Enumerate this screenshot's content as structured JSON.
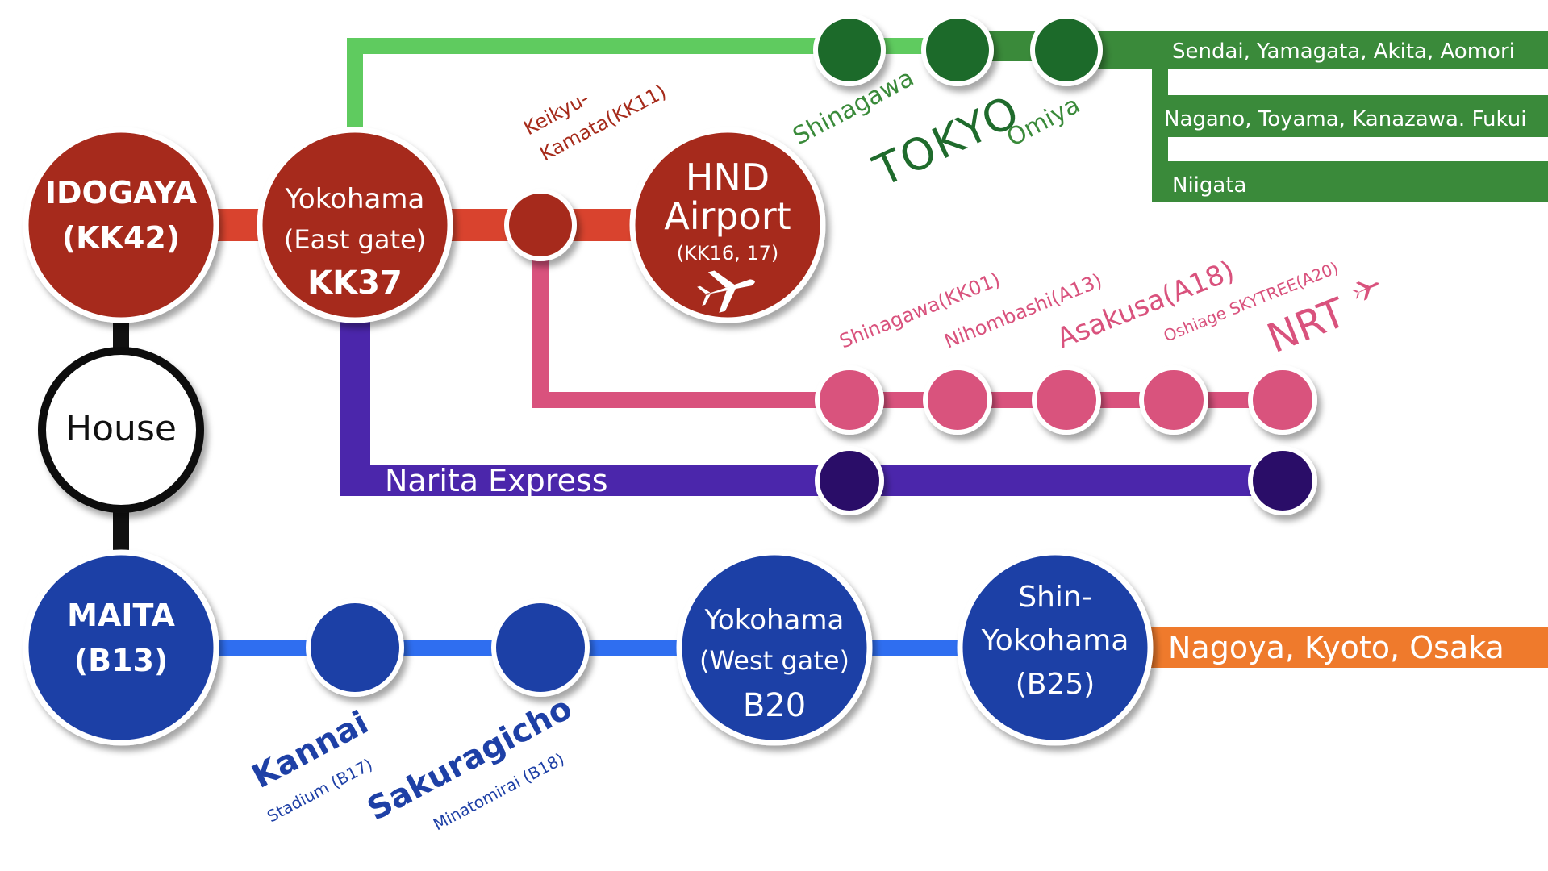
{
  "colors": {
    "green_light": "#5fcb5f",
    "green_dark": "#3a8a3a",
    "green_station": "#1f6b2c",
    "keikyu_line": "#d9432e",
    "keikyu_station": "#a62b1b",
    "pink": "#d9527d",
    "purple_line": "#4b26ab",
    "purple_station": "#2a0c68",
    "blue_line": "#2f6ef0",
    "blue_station": "#1e40a6",
    "orange": "#ef7a2c",
    "black": "#111111"
  },
  "stations": {
    "idogaya": {
      "line1": "IDOGAYA",
      "line2": "(KK42)"
    },
    "yokohama_east": {
      "line1": "Yokohama",
      "line2": "(East gate)",
      "line3": "KK37"
    },
    "hnd": {
      "line1": "HND",
      "line2": "Airport",
      "line3": "(KK16, 17)"
    },
    "house": {
      "label": "House"
    },
    "maita": {
      "line1": "MAITA",
      "line2": "(B13)"
    },
    "yokohama_west": {
      "line1": "Yokohama",
      "line2": "(West gate)",
      "line3": "B20"
    },
    "shin_yokohama": {
      "line1": "Shin-",
      "line2": "Yokohama",
      "line3": "(B25)"
    }
  },
  "labels": {
    "keikyu_kamata_1": "Keikyu-",
    "keikyu_kamata_2": "Kamata(KK11)",
    "shinagawa": "Shinagawa",
    "tokyo": "TOKYO",
    "omiya": "Omiya",
    "dest_sendai": "Sendai, Yamagata, Akita, Aomori",
    "dest_nagano": "Nagano, Toyama, Kanazawa. Fukui",
    "dest_niigata": "Niigata",
    "shinagawa_kk01": "Shinagawa(KK01)",
    "nihombashi": "Nihombashi(A13)",
    "asakusa": "Asakusa(A18)",
    "oshiage": "Oshiage SKYTREE(A20)",
    "nrt": "NRT",
    "narita_express": "Narita Express",
    "kannai": "Kannai",
    "stadium": "Stadium (B17)",
    "sakuragicho": "Sakuragicho",
    "minatomirai": "Minatomirai (B18)",
    "dest_nagoya": "Nagoya, Kyoto, Osaka"
  },
  "icons": [
    "airplane-icon",
    "airplane-small-icon"
  ]
}
